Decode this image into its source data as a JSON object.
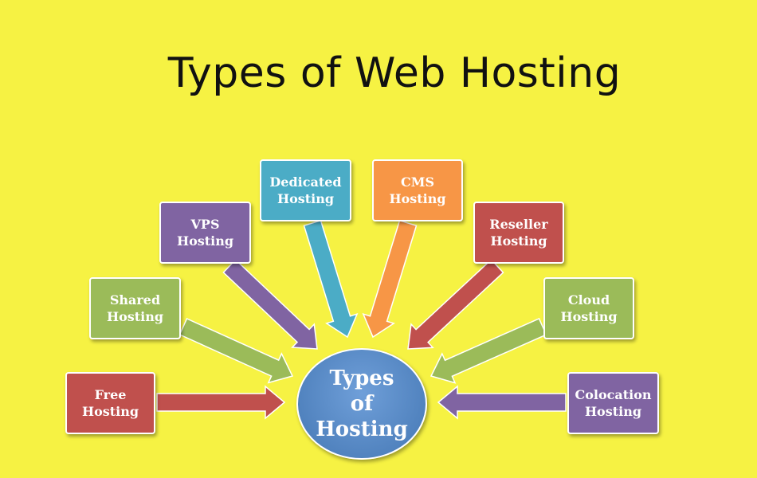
{
  "title": "Types of Web Hosting",
  "center": {
    "label": "Types\nof\nHosting",
    "color": "#4f81bd"
  },
  "nodes": [
    {
      "id": "free",
      "label": "Free\nHosting",
      "color": "#c0504d"
    },
    {
      "id": "shared",
      "label": "Shared\nHosting",
      "color": "#9bbb59"
    },
    {
      "id": "vps",
      "label": "VPS\nHosting",
      "color": "#8064a2"
    },
    {
      "id": "dedicated",
      "label": "Dedicated\nHosting",
      "color": "#4bacc6"
    },
    {
      "id": "cms",
      "label": "CMS\nHosting",
      "color": "#f79646"
    },
    {
      "id": "reseller",
      "label": "Reseller\nHosting",
      "color": "#c0504d"
    },
    {
      "id": "cloud",
      "label": "Cloud\nHosting",
      "color": "#9bbb59"
    },
    {
      "id": "colocation",
      "label": "Colocation\nHosting",
      "color": "#8064a2"
    }
  ]
}
